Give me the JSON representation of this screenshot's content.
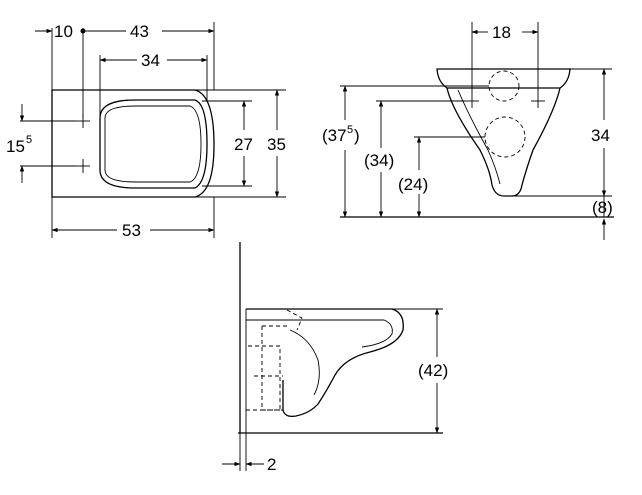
{
  "top_view": {
    "dim_rear_to_holes": "10",
    "dim_holes_to_front": "43",
    "dim_seat_width": "34",
    "dim_overall_length": "53",
    "dim_hole_spacing": "15",
    "dim_hole_spacing_sup": "5",
    "dim_inner_width": "27",
    "dim_outer_width": "35"
  },
  "front_view": {
    "dim_hole_spacing": "18",
    "dim_height_rim": "34",
    "dim_height_total_prefix": "(37",
    "dim_height_total_sup": "5",
    "dim_height_total_suffix": ")",
    "dim_height_holes": "(34)",
    "dim_height_lower": "(24)",
    "dim_floor_gap": "(8)"
  },
  "side_view": {
    "dim_height": "(42)",
    "dim_wall_gap": "2"
  }
}
